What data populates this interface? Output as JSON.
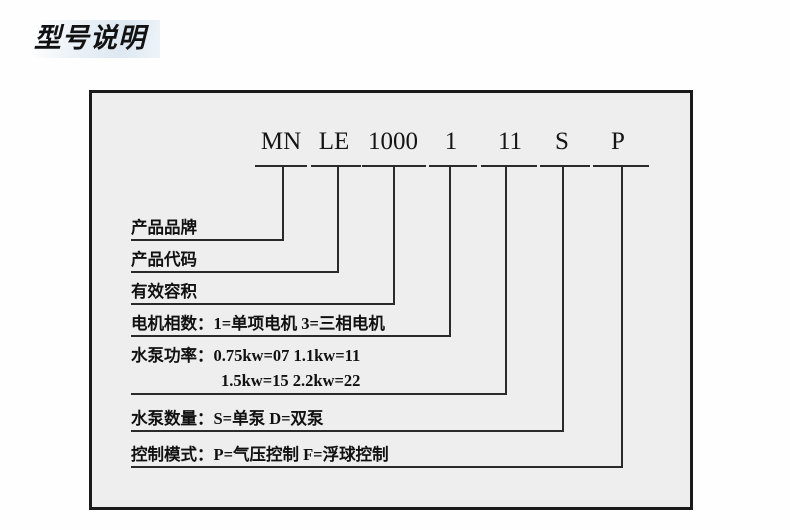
{
  "page": {
    "title": "型号说明",
    "background": "#fefefe",
    "panel_background": "#eeeeee",
    "line_color": "#2a2a2a"
  },
  "model_code": {
    "segments": [
      {
        "text": "MN",
        "meaning": "产品品牌"
      },
      {
        "text": "LE",
        "meaning": "产品代码"
      },
      {
        "text": "1000",
        "meaning": "有效容积"
      },
      {
        "text": "1",
        "meaning": "电机相数"
      },
      {
        "text": "11",
        "meaning": "水泵功率"
      },
      {
        "text": "S",
        "meaning": "水泵数量"
      },
      {
        "text": "P",
        "meaning": "控制模式"
      }
    ]
  },
  "legend": {
    "rows": [
      {
        "label": "产品品牌",
        "detail": ""
      },
      {
        "label": "产品代码",
        "detail": ""
      },
      {
        "label": "有效容积",
        "detail": ""
      },
      {
        "label": "电机相数：",
        "detail": "1=单项电机  3=三相电机"
      },
      {
        "label": "水泵功率：",
        "detail": "0.75kw=07  1.1kw=11",
        "detail2": "1.5kw=15    2.2kw=22"
      },
      {
        "label": "水泵数量：",
        "detail": "S=单泵    D=双泵"
      },
      {
        "label": "控制模式：",
        "detail": "P=气压控制  F=浮球控制"
      }
    ]
  }
}
